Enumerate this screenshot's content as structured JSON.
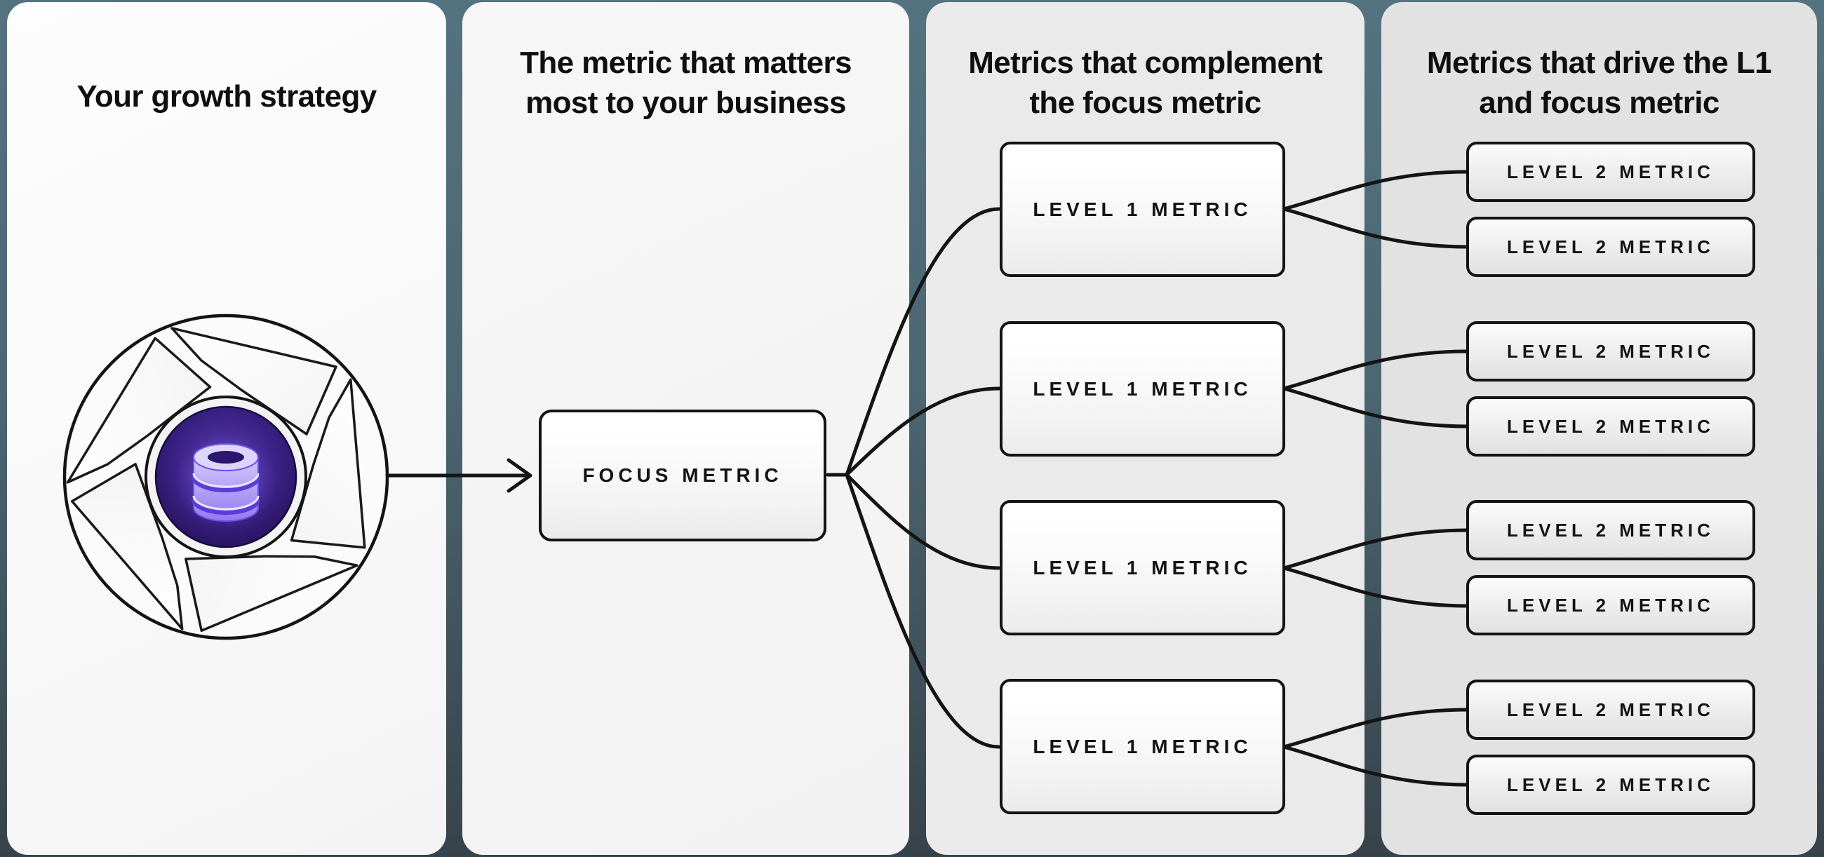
{
  "panels": [
    {
      "title": "Your growth strategy"
    },
    {
      "lines": [
        "The metric that matters",
        "most to your business"
      ]
    },
    {
      "lines": [
        "Metrics that complement",
        "the focus metric"
      ]
    },
    {
      "lines": [
        "Metrics that drive the L1",
        "and focus metric"
      ]
    }
  ],
  "nodes": {
    "focus": {
      "label": "FOCUS METRIC"
    },
    "level1": [
      {
        "label": "LEVEL 1 METRIC"
      },
      {
        "label": "LEVEL 1 METRIC"
      },
      {
        "label": "LEVEL 1 METRIC"
      },
      {
        "label": "LEVEL 1 METRIC"
      }
    ],
    "level2": [
      {
        "label": "LEVEL 2 METRIC"
      },
      {
        "label": "LEVEL 2 METRIC"
      },
      {
        "label": "LEVEL 2 METRIC"
      },
      {
        "label": "LEVEL 2 METRIC"
      },
      {
        "label": "LEVEL 2 METRIC"
      },
      {
        "label": "LEVEL 2 METRIC"
      },
      {
        "label": "LEVEL 2 METRIC"
      },
      {
        "label": "LEVEL 2 METRIC"
      }
    ]
  },
  "icons": {
    "flywheel": "flywheel-icon",
    "database": "database-icon",
    "arrow": "right-arrow-icon"
  },
  "colors": {
    "background_top": "#547380",
    "background_bottom": "#37434b",
    "panel_1": "#fafafa",
    "panel_2": "#f3f3f3",
    "panel_3": "#eaeaea",
    "panel_4": "#e2e2e2",
    "node_border": "#141414",
    "connector": "#141414",
    "disc_purple_center": "#5d3db4",
    "disc_purple_edge": "#251057",
    "database_lavender": "#d4cafc"
  }
}
